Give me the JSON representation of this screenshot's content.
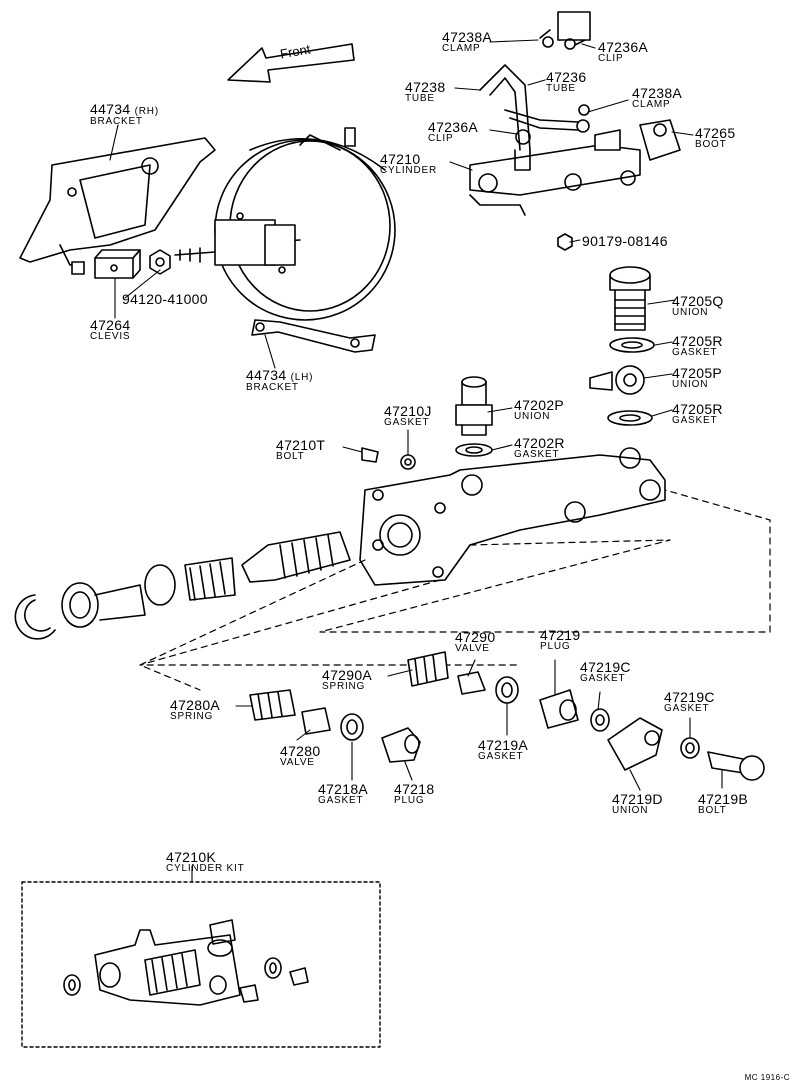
{
  "front_label": "Front",
  "diagram_code": "MC 1916-C",
  "parts": [
    {
      "id": "47238A-clamp-top",
      "number": "47238A",
      "name": "CLAMP"
    },
    {
      "id": "47236A-clip-top",
      "number": "47236A",
      "name": "CLIP"
    },
    {
      "id": "47238-tube",
      "number": "47238",
      "name": "TUBE"
    },
    {
      "id": "47236-tube",
      "number": "47236",
      "name": "TUBE"
    },
    {
      "id": "47238A-clamp-right",
      "number": "47238A",
      "name": "CLAMP"
    },
    {
      "id": "47236A-clip-mid",
      "number": "47236A",
      "name": "CLIP"
    },
    {
      "id": "47265-boot",
      "number": "47265",
      "name": "BOOT"
    },
    {
      "id": "47210-cylinder",
      "number": "47210",
      "name": "CYLINDER"
    },
    {
      "id": "90179-08146",
      "number": "90179-08146",
      "name": ""
    },
    {
      "id": "44734-bracket-rh",
      "number": "44734",
      "suffix": "(RH)",
      "name": "BRACKET"
    },
    {
      "id": "94120-41000",
      "number": "94120-41000",
      "name": ""
    },
    {
      "id": "47264-clevis",
      "number": "47264",
      "name": "CLEVIS"
    },
    {
      "id": "44734-bracket-lh",
      "number": "44734",
      "suffix": "(LH)",
      "name": "BRACKET"
    },
    {
      "id": "47205Q-union",
      "number": "47205Q",
      "name": "UNION"
    },
    {
      "id": "47205R-gasket-a",
      "number": "47205R",
      "name": "GASKET"
    },
    {
      "id": "47205P-union",
      "number": "47205P",
      "name": "UNION"
    },
    {
      "id": "47205R-gasket-b",
      "number": "47205R",
      "name": "GASKET"
    },
    {
      "id": "47210J-gasket",
      "number": "47210J",
      "name": "GASKET"
    },
    {
      "id": "47202P-union",
      "number": "47202P",
      "name": "UNION"
    },
    {
      "id": "47210T-bolt",
      "number": "47210T",
      "name": "BOLT"
    },
    {
      "id": "47202R-gasket",
      "number": "47202R",
      "name": "GASKET"
    },
    {
      "id": "47290-valve",
      "number": "47290",
      "name": "VALVE"
    },
    {
      "id": "47219-plug",
      "number": "47219",
      "name": "PLUG"
    },
    {
      "id": "47290A-spring",
      "number": "47290A",
      "name": "SPRING"
    },
    {
      "id": "47219C-gasket-a",
      "number": "47219C",
      "name": "GASKET"
    },
    {
      "id": "47280A-spring",
      "number": "47280A",
      "name": "SPRING"
    },
    {
      "id": "47219C-gasket-b",
      "number": "47219C",
      "name": "GASKET"
    },
    {
      "id": "47219A-gasket",
      "number": "47219A",
      "name": "GASKET"
    },
    {
      "id": "47280-valve",
      "number": "47280",
      "name": "VALVE"
    },
    {
      "id": "47218A-gasket",
      "number": "47218A",
      "name": "GASKET"
    },
    {
      "id": "47218-plug",
      "number": "47218",
      "name": "PLUG"
    },
    {
      "id": "47219D-union",
      "number": "47219D",
      "name": "UNION"
    },
    {
      "id": "47219B-bolt",
      "number": "47219B",
      "name": "BOLT"
    },
    {
      "id": "47210K-cylinder-kit",
      "number": "47210K",
      "name": "CYLINDER KIT"
    }
  ]
}
